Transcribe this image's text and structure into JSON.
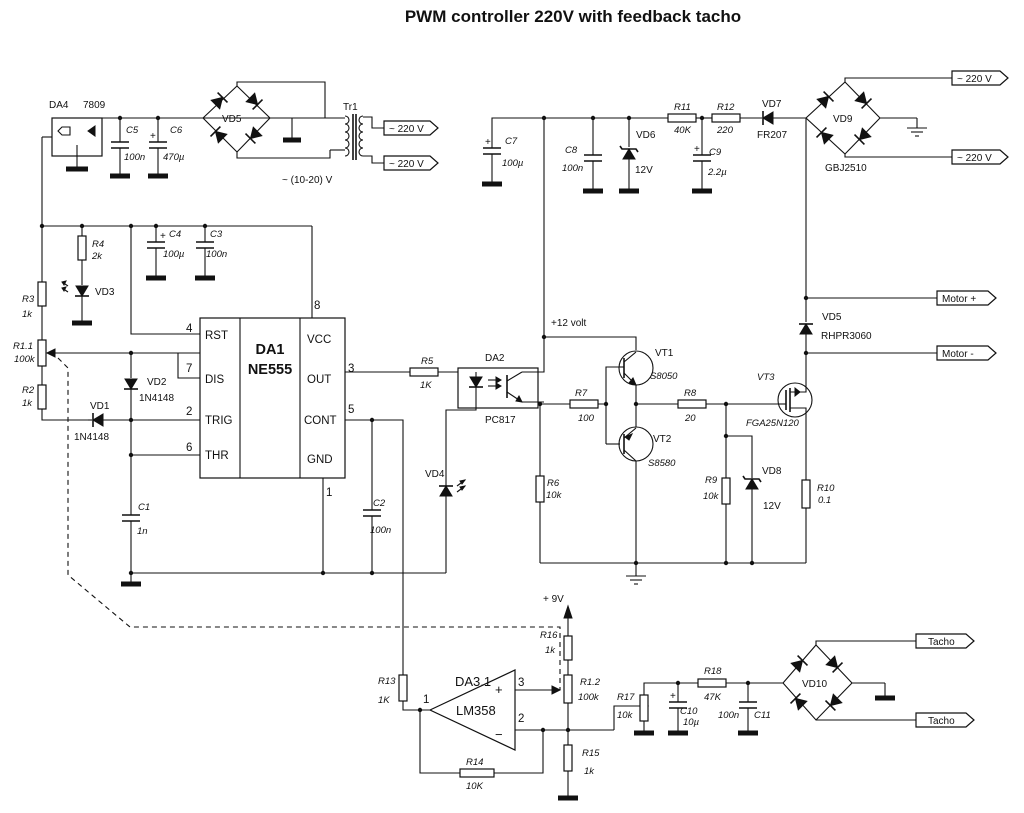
{
  "title": "PWM controller 220V  with feedback tacho",
  "ports": {
    "ac_in_tr1_top": "~ 220 V",
    "ac_in_tr1_bottom": "~ 220 V",
    "ac_in_vd9_top": "~ 220 V",
    "ac_in_vd9_bottom": "~ 220 V",
    "motor_plus": "Motor +",
    "motor_minus": "Motor -",
    "tacho_top": "Tacho",
    "tacho_bottom": "Tacho"
  },
  "notes": {
    "transformer_secondary": "~ (10-20) V",
    "supply_12v": "+12 volt",
    "supply_9v": "+ 9V"
  },
  "components": {
    "da4": {
      "ref": "DA4",
      "value": "7809"
    },
    "c5": {
      "ref": "C5",
      "value": "100n"
    },
    "c6": {
      "ref": "C6",
      "value": "470µ"
    },
    "vd5_bridge": {
      "ref": "VD5"
    },
    "tr1": {
      "ref": "Tr1"
    },
    "r4": {
      "ref": "R4",
      "value": "2k"
    },
    "vd3": {
      "ref": "VD3"
    },
    "c4": {
      "ref": "C4",
      "value": "100µ"
    },
    "c3": {
      "ref": "C3",
      "value": "100n"
    },
    "r3": {
      "ref": "R3",
      "value": "1k"
    },
    "r1_1": {
      "ref": "R1.1",
      "value": "100k"
    },
    "r2": {
      "ref": "R2",
      "value": "1k"
    },
    "vd2": {
      "ref": "VD2",
      "value": "1N4148"
    },
    "vd1": {
      "ref": "VD1",
      "value": "1N4148"
    },
    "c1": {
      "ref": "C1",
      "value": "1n"
    },
    "da1": {
      "ref": "DA1",
      "value": "NE555",
      "pins_left": [
        "RST",
        "DIS",
        "TRIG",
        "THR"
      ],
      "pins_right": [
        "VCC",
        "OUT",
        "CONT",
        "GND"
      ],
      "pin_numbers": {
        "rst": "4",
        "dis": "7",
        "trig": "2",
        "thr": "6",
        "vcc": "8",
        "out": "3",
        "cont": "5",
        "gnd": "1"
      }
    },
    "c2": {
      "ref": "C2",
      "value": "100n"
    },
    "r5": {
      "ref": "R5",
      "value": "1K"
    },
    "da2": {
      "ref": "DA2",
      "value": "PC817"
    },
    "vd4": {
      "ref": "VD4"
    },
    "r6": {
      "ref": "R6",
      "value": "10k"
    },
    "r7": {
      "ref": "R7",
      "value": "100"
    },
    "c7": {
      "ref": "C7",
      "value": "100µ"
    },
    "c8": {
      "ref": "C8",
      "value": "100n"
    },
    "vd6": {
      "ref": "VD6",
      "value": "12V"
    },
    "r11": {
      "ref": "R11",
      "value": "40K"
    },
    "r12": {
      "ref": "R12",
      "value": "220"
    },
    "c9": {
      "ref": "C9",
      "value": "2.2µ"
    },
    "vd7": {
      "ref": "VD7",
      "value": "FR207"
    },
    "vd9": {
      "ref": "VD9",
      "value": "GBJ2510"
    },
    "vt1": {
      "ref": "VT1",
      "value": "S8050"
    },
    "vt2": {
      "ref": "VT2",
      "value": "S8580"
    },
    "r8": {
      "ref": "R8",
      "value": "20"
    },
    "vt3": {
      "ref": "VT3",
      "value": "FGA25N120"
    },
    "vd5_diode": {
      "ref": "VD5",
      "value": "RHPR3060"
    },
    "r9": {
      "ref": "R9",
      "value": "10k"
    },
    "vd8": {
      "ref": "VD8",
      "value": "12V"
    },
    "r10": {
      "ref": "R10",
      "value": "0.1"
    },
    "da3": {
      "ref": "DA3.1",
      "value": "LM358",
      "pin_out": "1",
      "pin_plus": "3",
      "pin_minus": "2",
      "plus_sign": "+",
      "minus_sign": "−"
    },
    "r13": {
      "ref": "R13",
      "value": "1K"
    },
    "r14": {
      "ref": "R14",
      "value": "10K"
    },
    "r16": {
      "ref": "R16",
      "value": "1k"
    },
    "r1_2": {
      "ref": "R1.2",
      "value": "100k"
    },
    "r15": {
      "ref": "R15",
      "value": "1k"
    },
    "r17": {
      "ref": "R17",
      "value": "10k"
    },
    "c10": {
      "ref": "C10",
      "value": "10µ"
    },
    "r18": {
      "ref": "R18",
      "value": "47K"
    },
    "c11": {
      "ref": "C11",
      "value": "100n"
    },
    "vd10": {
      "ref": "VD10"
    }
  }
}
